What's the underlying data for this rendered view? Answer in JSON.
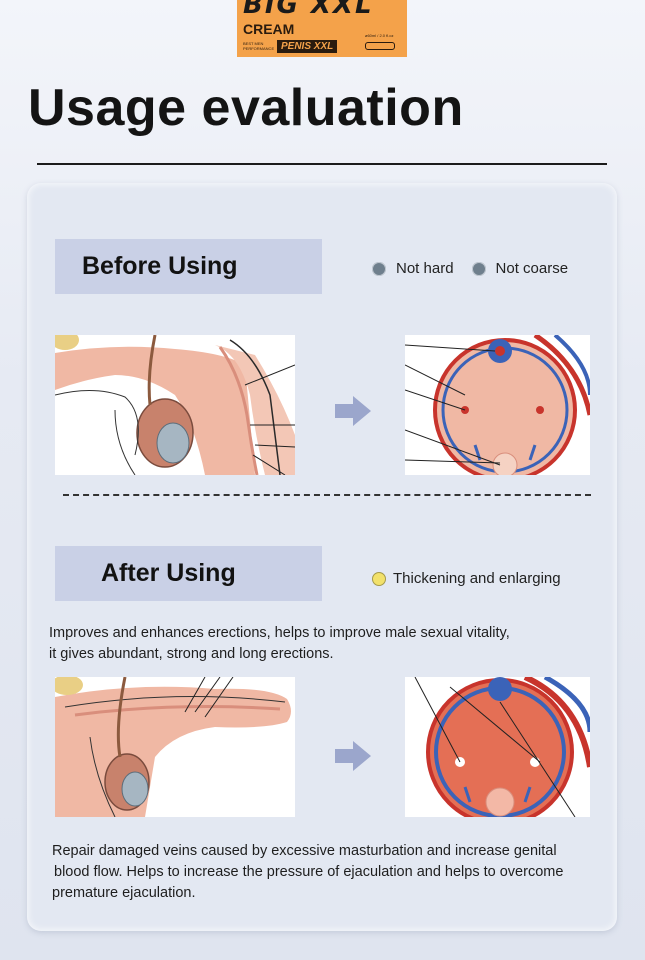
{
  "logo": {
    "brand": "BIG XXL",
    "product": "CREAM",
    "tagline": "BEST MEN PERFORMANCE",
    "name": "PENIS XXL",
    "volume": "ø60ml / 2.0 fl.oz"
  },
  "header": {
    "title": "Usage evaluation"
  },
  "before": {
    "label": "Before Using",
    "legend": [
      "Not hard",
      "Not coarse"
    ]
  },
  "after": {
    "label": "After Using",
    "legend": [
      "Thickening and enlarging"
    ],
    "description_lines": [
      "Improves and enhances erections, helps to improve male sexual vitality,",
      "it gives abundant, strong and long erections."
    ],
    "footer_lines": [
      "Repair damaged veins caused by excessive masturbation and increase genital",
      "blood flow. Helps to increase the pressure of ejaculation and helps to overcome",
      "premature ejaculation."
    ]
  },
  "colors": {
    "banner": "#c9d0e6",
    "arrow": "#9ba6cc",
    "tissue": "#f0b8a4",
    "tissue_after": "#e46f55",
    "vein_blue": "#3b63b8",
    "artery_red": "#c8342c"
  }
}
